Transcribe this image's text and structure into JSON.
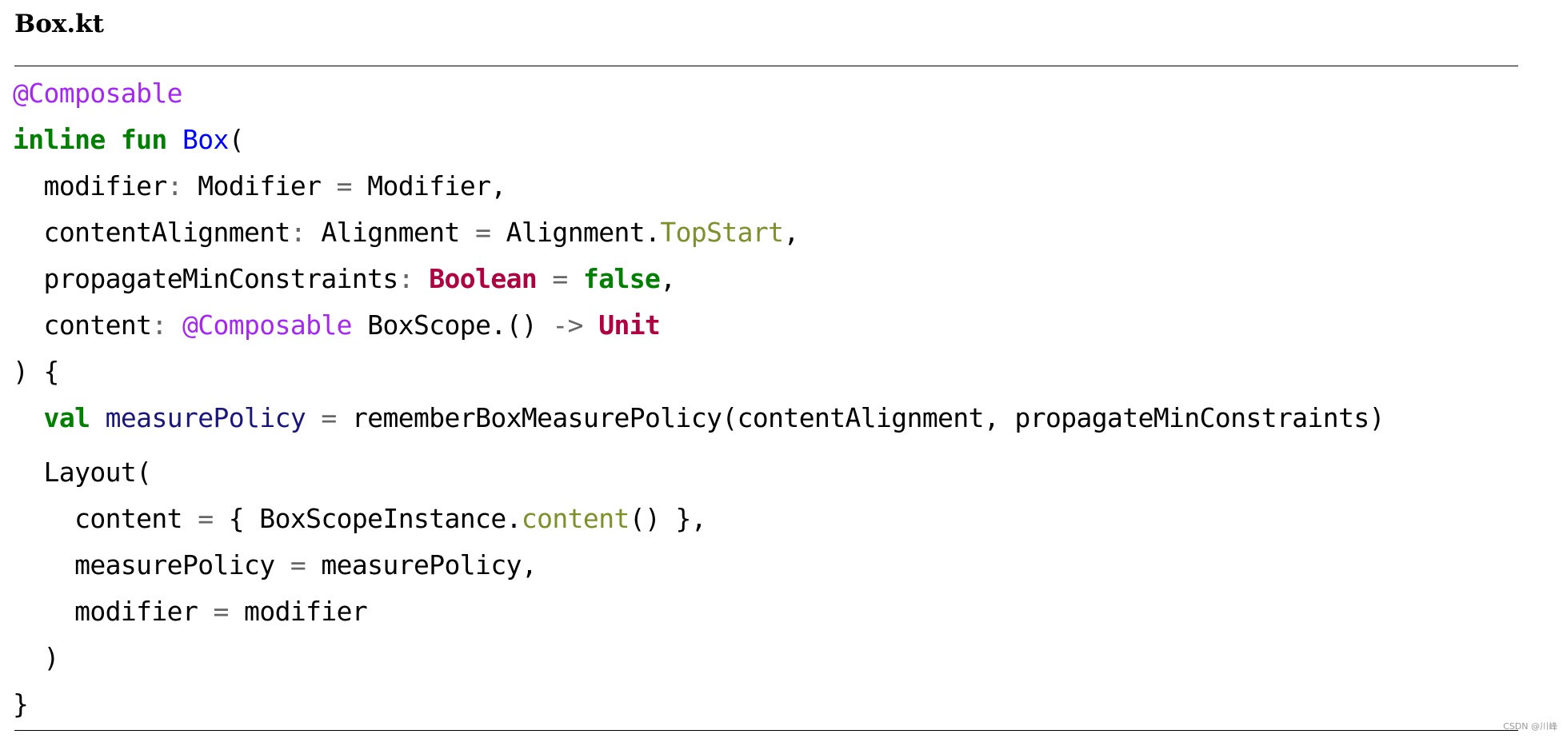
{
  "document": {
    "filename": "Box.kt"
  },
  "code": {
    "l1": {
      "ann": "@Composable"
    },
    "l2": {
      "kw_inline": "inline",
      "kw_fun": "fun",
      "name": "Box",
      "paren": "("
    },
    "l3": {
      "indent": "  ",
      "param": "modifier",
      "colon": ": ",
      "type": "Modifier",
      "eq": " = ",
      "default": "Modifier",
      "end": ","
    },
    "l4": {
      "indent": "  ",
      "param": "contentAlignment",
      "colon": ": ",
      "type": "Alignment",
      "eq": " = ",
      "default": "Alignment.",
      "prop": "TopStart",
      "end": ","
    },
    "l5": {
      "indent": "  ",
      "param": "propagateMinConstraints",
      "colon": ": ",
      "type": "Boolean",
      "eq": " = ",
      "value": "false",
      "end": ","
    },
    "l6": {
      "indent": "  ",
      "param": "content",
      "colon": ": ",
      "ann": "@Composable",
      "receiver": " BoxScope.() ",
      "arrow": "->",
      "space": " ",
      "type": "Unit"
    },
    "l7": {
      "text": ") {"
    },
    "l8": {
      "indent": "  ",
      "kw": "val",
      "space": " ",
      "var": "measurePolicy",
      "eq": " = ",
      "call": "rememberBoxMeasurePolicy(contentAlignment, propagateMinConstraints)"
    },
    "l9": {
      "text": "  Layout("
    },
    "l10": {
      "indent": "    ",
      "a": "content",
      "eq": " = ",
      "b": "{ BoxScopeInstance.",
      "prop": "content",
      "c": "() },"
    },
    "l11": {
      "indent": "    ",
      "a": "measurePolicy",
      "eq": " = ",
      "b": "measurePolicy,"
    },
    "l12": {
      "indent": "    ",
      "a": "modifier",
      "eq": " = ",
      "b": "modifier"
    },
    "l13": {
      "text": "  )"
    },
    "l14": {
      "text": "}"
    }
  },
  "watermark": "CSDN @川峰",
  "colors": {
    "annotation": "#a626f5",
    "keyword": "#008000",
    "function": "#0000ff",
    "type": "#b00040",
    "property": "#7d9029",
    "variable": "#19177c"
  }
}
